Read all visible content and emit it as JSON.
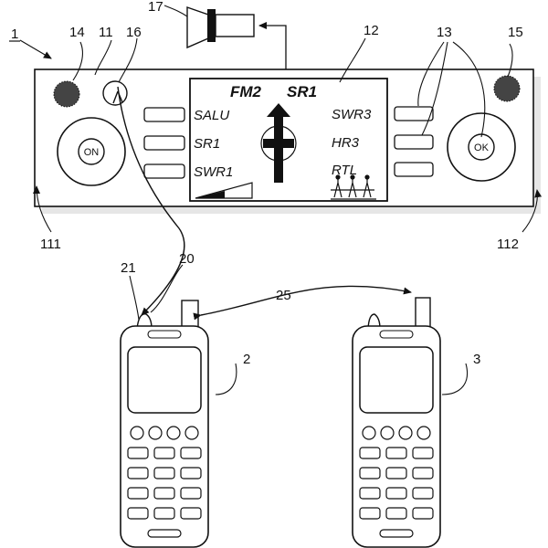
{
  "labels": {
    "n1": "1",
    "n11": "11",
    "n12": "12",
    "n13": "13",
    "n14": "14",
    "n15": "15",
    "n16": "16",
    "n17": "17",
    "n111": "111",
    "n112": "112",
    "n2": "2",
    "n3": "3",
    "n20": "20",
    "n21": "21",
    "n25": "25"
  },
  "display": {
    "band": "FM2",
    "station": "SR1",
    "left_items": [
      "SALU",
      "SR1",
      "SWR1"
    ],
    "right_items": [
      "SWR3",
      "HR3",
      "RTL"
    ]
  },
  "knobs": {
    "left": "ON",
    "right": "OK"
  }
}
